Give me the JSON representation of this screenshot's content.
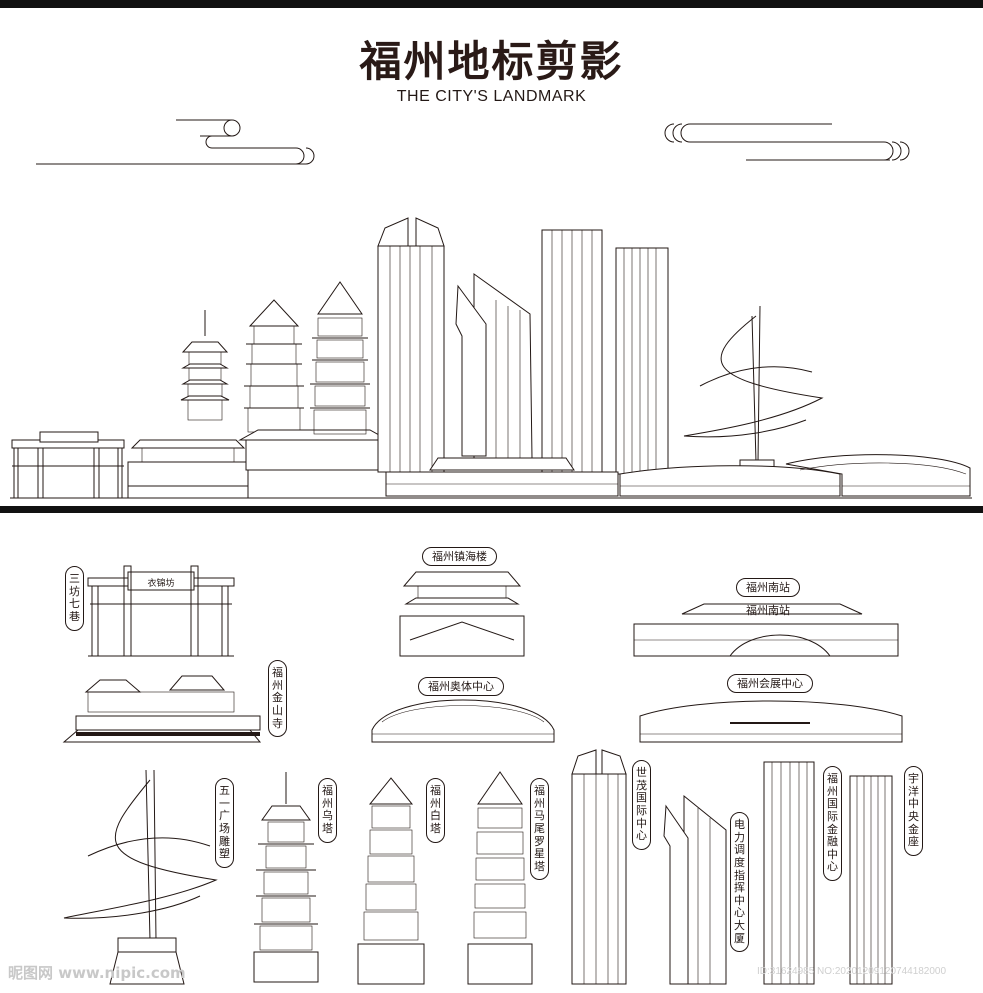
{
  "header": {
    "title": "福州地标剪影",
    "subtitle": "THE CITY'S LANDMARK"
  },
  "landmarks": [
    {
      "key": "sanfang",
      "name": "三坊七巷"
    },
    {
      "key": "zhenhai",
      "name": "福州镇海楼"
    },
    {
      "key": "south_station",
      "name": "福州南站"
    },
    {
      "key": "jinshan",
      "name": "福州金山寺"
    },
    {
      "key": "sports_center",
      "name": "福州奥体中心"
    },
    {
      "key": "expo_center",
      "name": "福州会展中心"
    },
    {
      "key": "wuyi_sculpture",
      "name": "五一广场雕塑"
    },
    {
      "key": "wu_pagoda",
      "name": "福州乌塔"
    },
    {
      "key": "bai_pagoda",
      "name": "福州白塔"
    },
    {
      "key": "luoxing_pagoda",
      "name": "福州马尾罗星塔"
    },
    {
      "key": "shimao",
      "name": "世茂国际中心"
    },
    {
      "key": "power_dispatch",
      "name": "电力调度指挥中心大厦"
    },
    {
      "key": "ifc",
      "name": "福州国际金融中心"
    },
    {
      "key": "yuyang",
      "name": "宇洋中央金座"
    }
  ],
  "signs": {
    "gate_plaque": "衣锦坊",
    "station_sign": "福州南站"
  },
  "footer": {
    "watermark": "昵图网 www.nipic.com",
    "photo_id": "ID:31624985 NO:20201209120744182000"
  },
  "colors": {
    "ink": "#231815",
    "background": "#ffffff",
    "watermark": "#c8c8c8"
  }
}
